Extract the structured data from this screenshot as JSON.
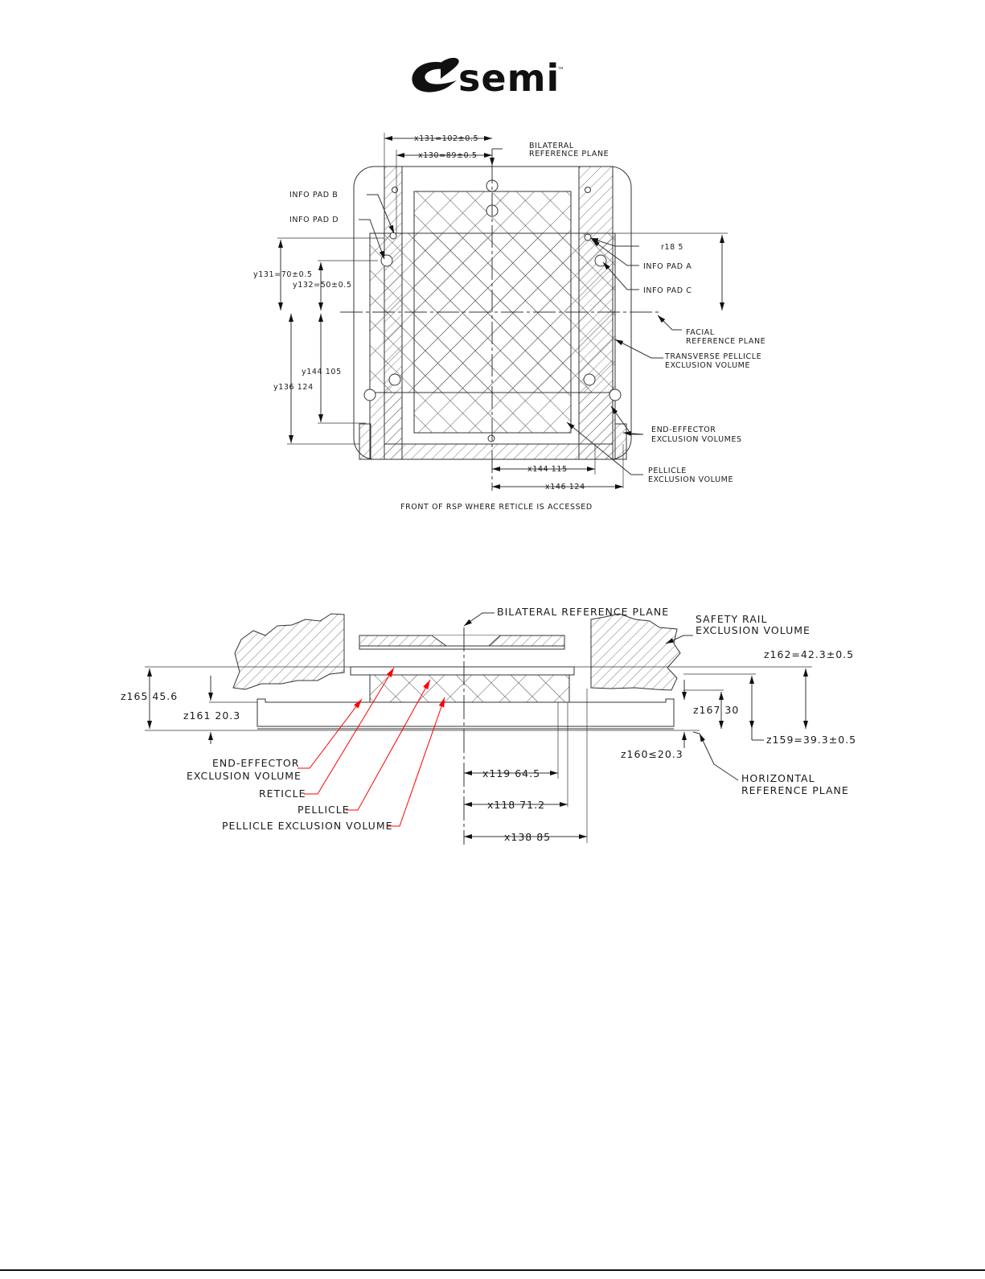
{
  "logo": {
    "text": "semi",
    "tm": "™"
  },
  "top_view": {
    "labels": {
      "x131": "x131=102±0.5",
      "x130": "x130=89±0.5",
      "bilateral_1": "BILATERAL",
      "bilateral_2": "REFERENCE PLANE",
      "info_pad_b": "INFO PAD B",
      "info_pad_d": "INFO PAD D",
      "r18": "r18 5",
      "info_pad_a": "INFO PAD A",
      "info_pad_c": "INFO PAD C",
      "y131": "y131=70±0.5",
      "y132": "y132=50±0.5",
      "facial_1": "FACIAL",
      "facial_2": "REFERENCE PLANE",
      "transverse_1": "TRANSVERSE PELLICLE",
      "transverse_2": "EXCLUSION VOLUME",
      "y144": "y144 105",
      "y136": "y136 124",
      "end_effector_1": "END-EFFECTOR",
      "end_effector_2": "EXCLUSION VOLUMES",
      "x144": "x144 115",
      "pellicle_1": "PELLICLE",
      "pellicle_2": "EXCLUSION VOLUME",
      "x146": "x146 124",
      "front_caption": "FRONT OF RSP WHERE RETICLE IS ACCESSED"
    }
  },
  "side_view": {
    "labels": {
      "bilateral": "BILATERAL REFERENCE PLANE",
      "safety_1": "SAFETY RAIL",
      "safety_2": "EXCLUSION VOLUME",
      "z162": "z162=42.3±0.5",
      "z165": "z165 45.6",
      "z161": "z161 20.3",
      "z167": "z167 30",
      "z159": "z159=39.3±0.5",
      "z160": "z160≤20.3",
      "horizontal_1": "HORIZONTAL",
      "horizontal_2": "REFERENCE PLANE",
      "end_effector_1": "END-EFFECTOR",
      "end_effector_2": "EXCLUSION VOLUME",
      "reticle": "RETICLE",
      "pellicle": "PELLICLE",
      "pellicle_excl": "PELLICLE EXCLUSION VOLUME",
      "x119": "x119 64.5",
      "x118": "x118 71.2",
      "x138": "x138 85"
    },
    "leader_color": "#ff0000"
  }
}
